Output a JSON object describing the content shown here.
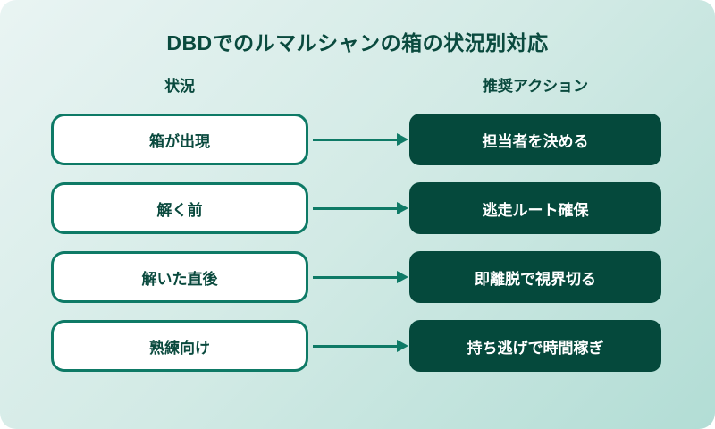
{
  "title": "DBDでのルマルシャンの箱の状況別対応",
  "columns": {
    "situation": "状況",
    "action": "推奨アクション"
  },
  "rows": [
    {
      "situation": "箱が出現",
      "action": "担当者を決める"
    },
    {
      "situation": "解く前",
      "action": "逃走ルート確保"
    },
    {
      "situation": "解いた直後",
      "action": "即離脱で視界切る"
    },
    {
      "situation": "熟練向け",
      "action": "持ち逃げで時間稼ぎ"
    }
  ],
  "icons": {
    "arrow_right": "arrow-right"
  },
  "colors": {
    "background_gradient_start": "#e9f4f3",
    "background_gradient_end": "#b2ddd5",
    "dark_green_fill": "#05493c",
    "teal_accent": "#0e7a66",
    "text_dark_green": "#0a4a3e",
    "box_white": "#ffffff"
  }
}
